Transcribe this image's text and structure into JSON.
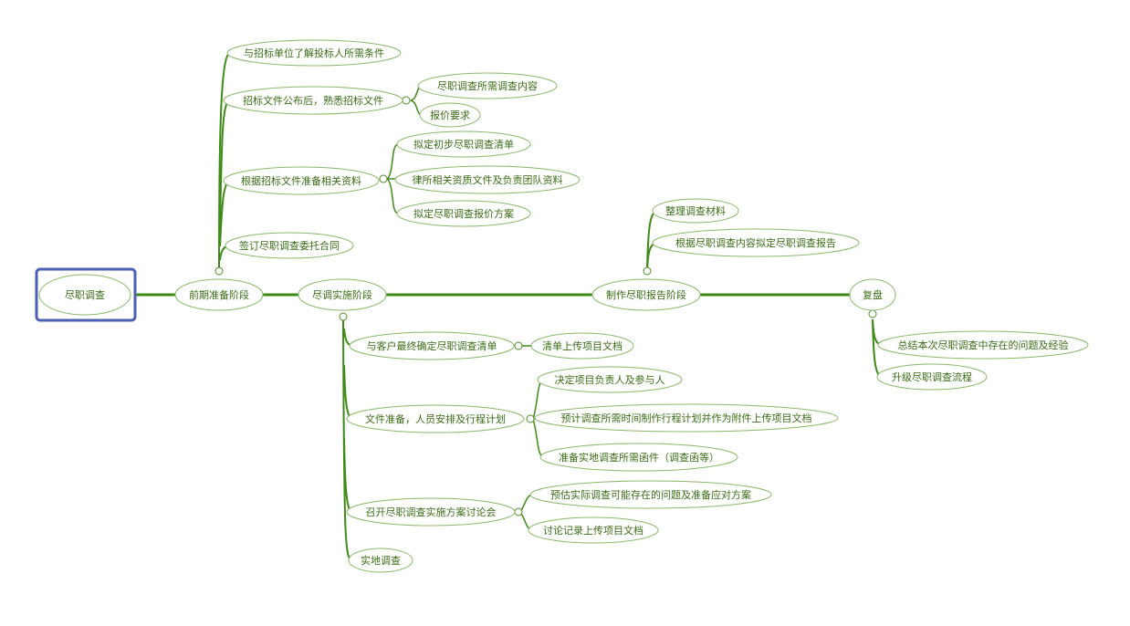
{
  "root": {
    "label": "尽职调查"
  },
  "main_stages": [
    {
      "label": "前期准备阶段"
    },
    {
      "label": "尽调实施阶段"
    },
    {
      "label": "制作尽职报告阶段"
    },
    {
      "label": "复盘"
    }
  ],
  "prep": {
    "items": [
      {
        "label": "与招标单位了解投标人所需条件"
      },
      {
        "label": "招标文件公布后，熟悉招标文件",
        "children": [
          {
            "label": "尽职调查所需调查内容"
          },
          {
            "label": "报价要求"
          }
        ]
      },
      {
        "label": "根据招标文件准备相关资料",
        "children": [
          {
            "label": "拟定初步尽职调查清单"
          },
          {
            "label": "律所相关资质文件及负责团队资料"
          },
          {
            "label": "拟定尽职调查报价方案"
          }
        ]
      },
      {
        "label": "签订尽职调查委托合同"
      }
    ]
  },
  "implement": {
    "items": [
      {
        "label": "与客户最终确定尽职调查清单",
        "children": [
          {
            "label": "清单上传项目文档"
          }
        ]
      },
      {
        "label": "文件准备，人员安排及行程计划",
        "children": [
          {
            "label": "决定项目负责人及参与人"
          },
          {
            "label": "预计调查所需时间制作行程计划并作为附件上传项目文档"
          },
          {
            "label": "准备实地调查所需函件（调查函等）"
          }
        ]
      },
      {
        "label": "召开尽职调查实施方案讨论会",
        "children": [
          {
            "label": "预估实际调查可能存在的问题及准备应对方案"
          },
          {
            "label": "讨论记录上传项目文档"
          }
        ]
      },
      {
        "label": "实地调查"
      }
    ]
  },
  "report": {
    "items": [
      {
        "label": "整理调查材料"
      },
      {
        "label": "根据尽职调查内容拟定尽职调查报告"
      }
    ]
  },
  "review": {
    "items": [
      {
        "label": "总结本次尽职调查中存在的问题及经验"
      },
      {
        "label": "升级尽职调查流程"
      }
    ]
  },
  "colors": {
    "line": "#3e8a16",
    "text": "#3a6b14",
    "node_border": "#8cb86a",
    "root_border": "#4a5fb5"
  }
}
